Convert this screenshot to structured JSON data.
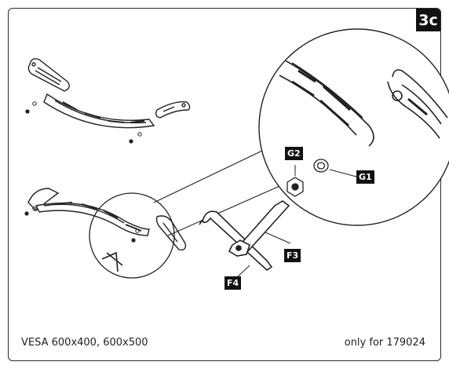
{
  "step_label": "3c",
  "parts": {
    "g1": "G1",
    "g2": "G2",
    "f3": "F3",
    "f4": "F4"
  },
  "footer": {
    "left_text": "VESA 600x400, 600x500",
    "right_text": "only for 179024"
  }
}
